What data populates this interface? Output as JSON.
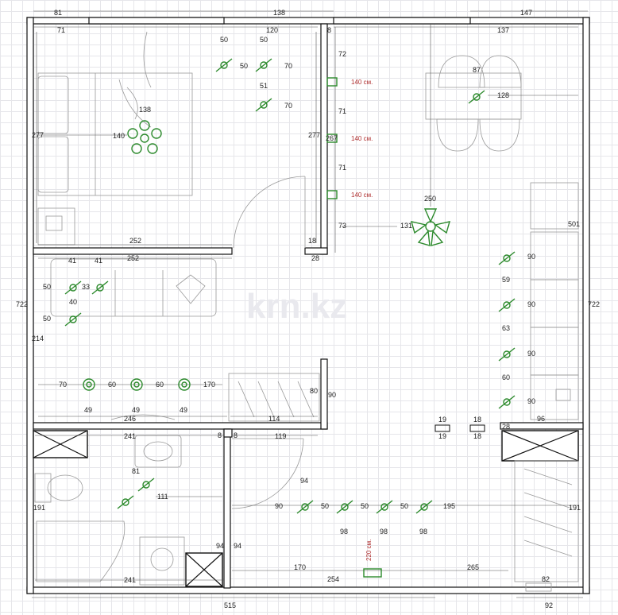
{
  "watermark": "krn.kz",
  "dims": {
    "top_81": "81",
    "top_138": "138",
    "top_147": "147",
    "bed_71": "71",
    "bed_120": "120",
    "bed_8": "8",
    "kit_137": "137",
    "bed_277_left": "277",
    "bed_277_right": "277",
    "bed_252": "252",
    "bed_18": "18",
    "l_50a": "50",
    "l_50b": "50",
    "l_50c": "50",
    "l_70a": "70",
    "l_51": "51",
    "l_70b": "70",
    "l_138": "138",
    "l_140": "140",
    "k_72": "72",
    "k_71a": "71",
    "k_267": "267",
    "k_71b": "71",
    "k_73": "73",
    "k_140a": "140 см.",
    "k_140b": "140 см.",
    "k_140c": "140 см.",
    "k_87": "87",
    "k_128": "128",
    "k_250": "250",
    "k_131": "131",
    "k_501": "501",
    "side_722_left": "722",
    "side_722_right": "722",
    "lv_252": "252",
    "lv_28": "28",
    "lv_41a": "41",
    "lv_41b": "41",
    "lv_50a": "50",
    "lv_33": "33",
    "lv_40": "40",
    "lv_50b": "50",
    "lv_214": "214",
    "lv_70": "70",
    "lv_60a": "60",
    "lv_60b": "60",
    "lv_170": "170",
    "lv_49a": "49",
    "lv_49b": "49",
    "lv_49c": "49",
    "lv_246": "246",
    "lv_114": "114",
    "lv_80": "80",
    "lv_90": "90",
    "kr_90a": "90",
    "kr_59": "59",
    "kr_90b": "90",
    "kr_63": "63",
    "kr_90c": "90",
    "kr_60": "60",
    "kr_90d": "90",
    "kr_96": "96",
    "kr_28": "28",
    "s_19a": "19",
    "s_19b": "19",
    "s_18a": "18",
    "s_18b": "18",
    "bt_241": "241",
    "bt_8a": "8",
    "bt_8b": "8",
    "bt_119": "119",
    "bt_81": "81",
    "bt_111": "111",
    "bt_191": "191",
    "bt_241b": "241",
    "hl_94a": "94",
    "hl_90": "90",
    "hl_50a": "50",
    "hl_50b": "50",
    "hl_50c": "50",
    "hl_195": "195",
    "hl_191": "191",
    "hl_98a": "98",
    "hl_98b": "98",
    "hl_98c": "98",
    "hl_94b": "94",
    "hl_94c": "94",
    "hl_220": "220 см.",
    "hl_170": "170",
    "hl_265": "265",
    "hl_254": "254",
    "hl_82": "82",
    "bot_515": "515",
    "bot_92": "92"
  }
}
